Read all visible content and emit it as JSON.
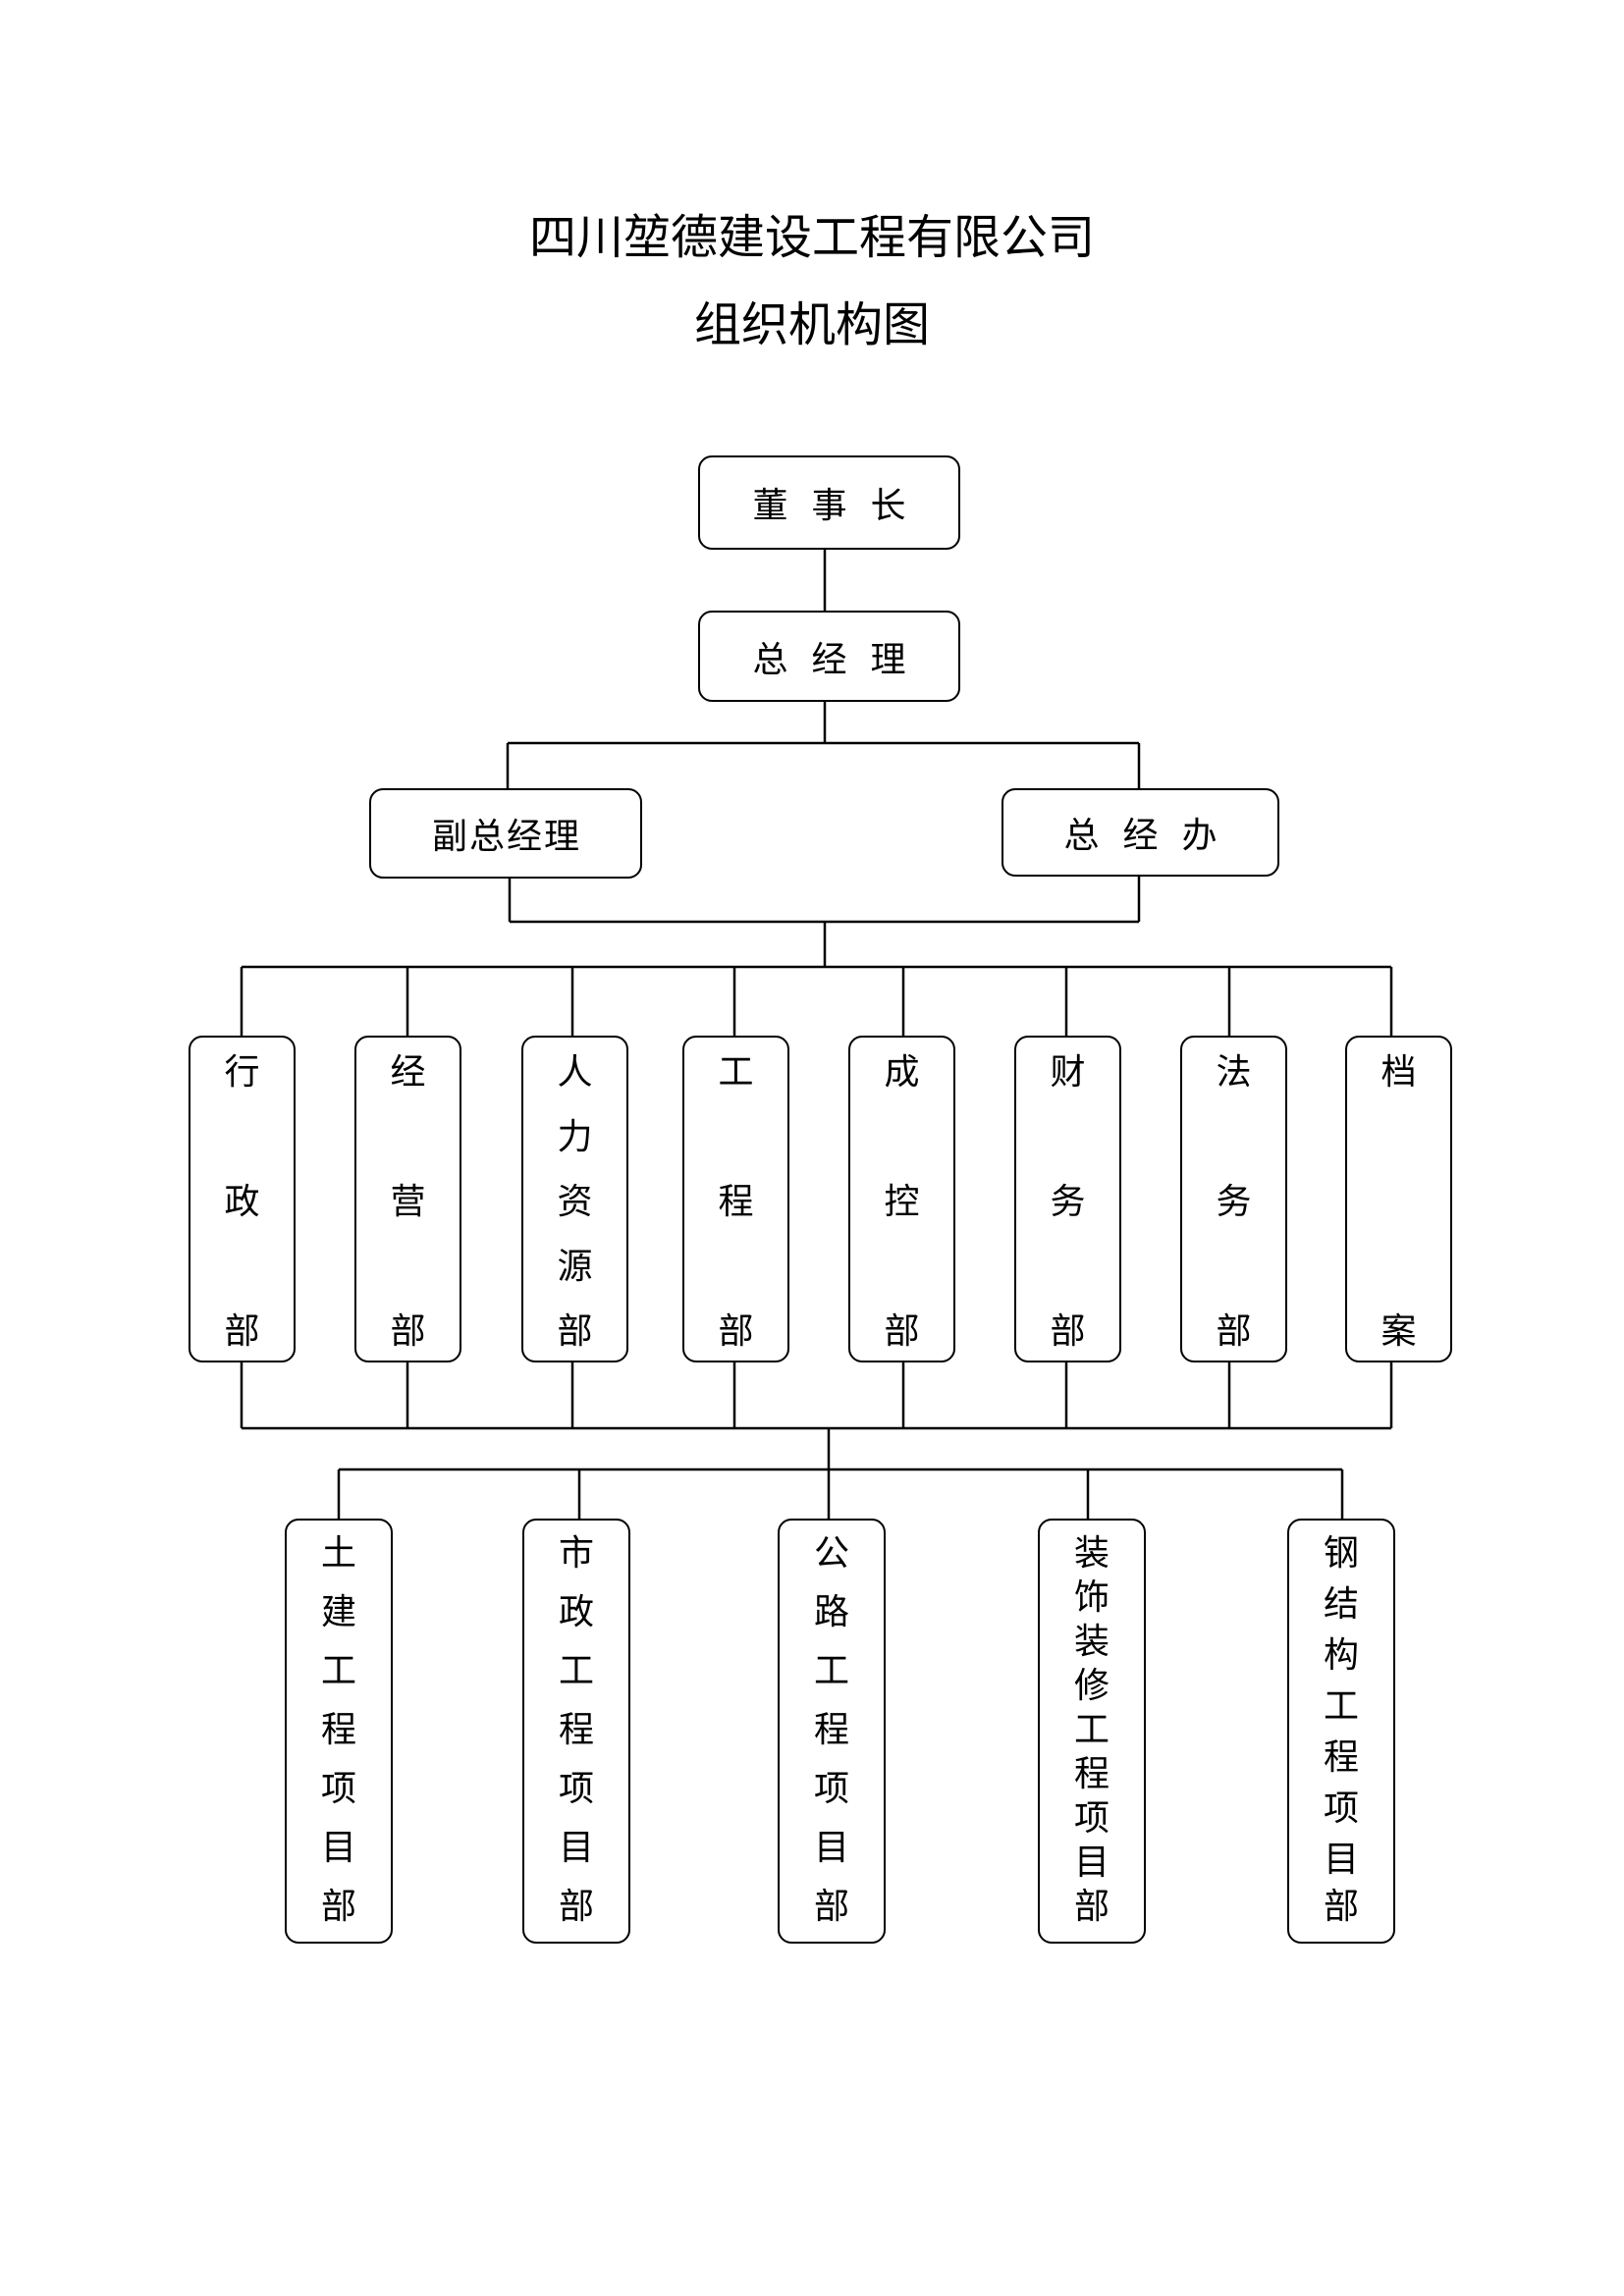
{
  "title": "四川堃德建设工程有限公司",
  "subtitle": "组织机构图",
  "top": {
    "chairman": "董事长",
    "gm": "总经理",
    "vice_gm": "副总经理",
    "gm_office": "总经办"
  },
  "departments": [
    [
      "行",
      "政",
      "部"
    ],
    [
      "经",
      "营",
      "部"
    ],
    [
      "人",
      "力",
      "资",
      "源",
      "部"
    ],
    [
      "工",
      "程",
      "部"
    ],
    [
      "成",
      "控",
      "部"
    ],
    [
      "财",
      "务",
      "部"
    ],
    [
      "法",
      "务",
      "部"
    ],
    [
      "档",
      "案"
    ]
  ],
  "projects": [
    [
      "土",
      "建",
      "工",
      "程",
      "项",
      "目",
      "部"
    ],
    [
      "市",
      "政",
      "工",
      "程",
      "项",
      "目",
      "部"
    ],
    [
      "公",
      "路",
      "工",
      "程",
      "项",
      "目",
      "部"
    ],
    [
      "装",
      "饰",
      "装",
      "修",
      "工",
      "程",
      "项",
      "目",
      "部"
    ],
    [
      "钢",
      "结",
      "构",
      "工",
      "程",
      "项",
      "目",
      "部"
    ]
  ]
}
